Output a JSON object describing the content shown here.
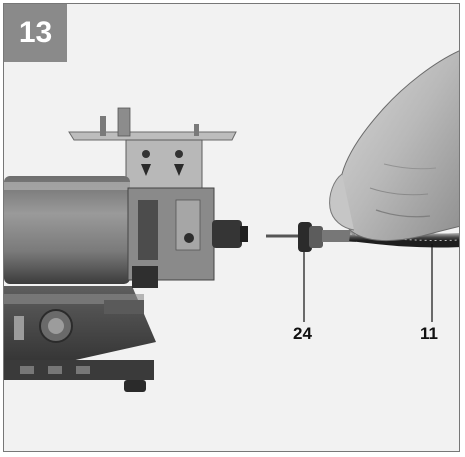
{
  "figure": {
    "number": "13"
  },
  "callouts": [
    {
      "id": "part-24",
      "label": "24"
    },
    {
      "id": "part-11",
      "label": "11"
    }
  ],
  "colors": {
    "frame_border": "#777777",
    "badge_background": "#8a8a8a",
    "badge_text": "#ffffff",
    "label_text": "#111111"
  },
  "icons": [
    "bench-grinder",
    "hand",
    "flexible-shaft-connector"
  ]
}
